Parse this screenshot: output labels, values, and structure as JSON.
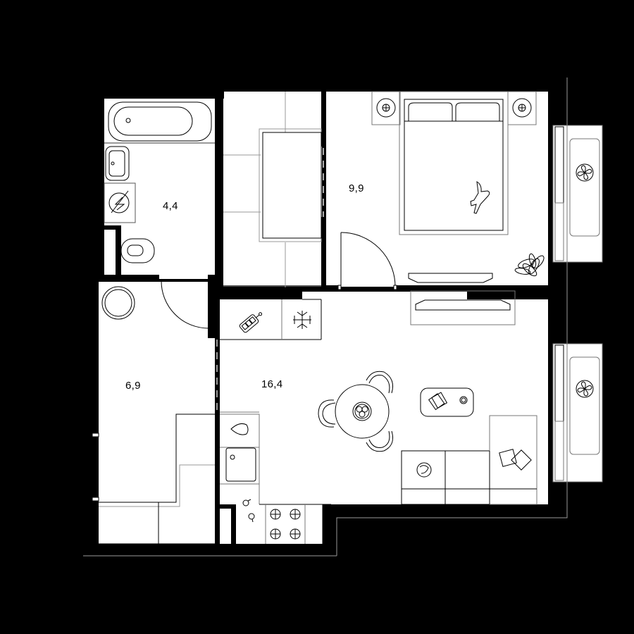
{
  "plan": {
    "title": "Apartment floor plan",
    "background": "#000000",
    "floor_color": "#ffffff",
    "line_color": "#000000",
    "grey_line_color": "#9a9a9a"
  },
  "rooms": [
    {
      "id": "bathroom",
      "area": "4,4"
    },
    {
      "id": "hallway",
      "area": "6,9"
    },
    {
      "id": "bedroom",
      "area": "9,9"
    },
    {
      "id": "kitchen-living",
      "area": "16,4"
    }
  ],
  "furniture": {
    "bathroom": [
      "bathtub",
      "sink",
      "washing-machine",
      "toilet"
    ],
    "hallway": [
      "round-ottoman",
      "wardrobe"
    ],
    "wardrobe_room": [
      "closet-shelving"
    ],
    "bedroom": [
      "double-bed",
      "nightstand-left",
      "nightstand-right",
      "cat",
      "plant",
      "tv-stand"
    ],
    "kitchen": [
      "cutting-board",
      "fridge",
      "sink",
      "dishwasher",
      "stove",
      "faucet"
    ],
    "living": [
      "dining-table",
      "chairs",
      "coffee-table",
      "sofa",
      "pillows",
      "sleeping-cat",
      "tv-console"
    ],
    "balconies": [
      "balcony-top",
      "balcony-bottom"
    ]
  }
}
